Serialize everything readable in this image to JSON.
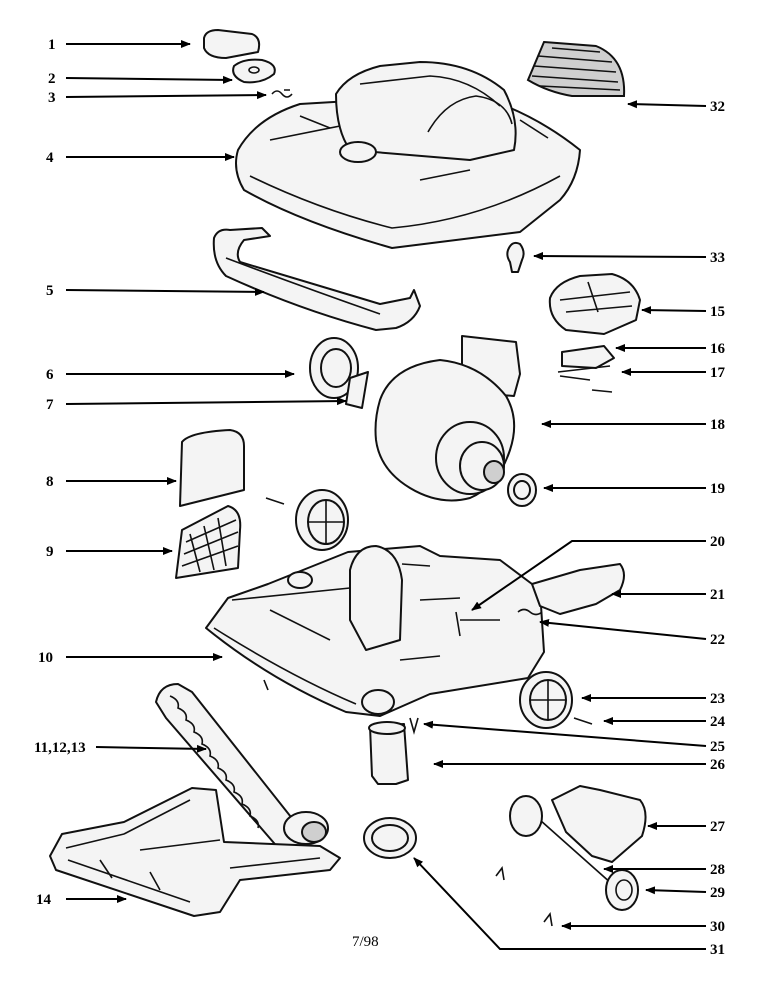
{
  "diagram": {
    "footer": "7/98",
    "callouts": [
      {
        "id": "1",
        "label": "1"
      },
      {
        "id": "2",
        "label": "2"
      },
      {
        "id": "3",
        "label": "3"
      },
      {
        "id": "4",
        "label": "4"
      },
      {
        "id": "5",
        "label": "5"
      },
      {
        "id": "6",
        "label": "6"
      },
      {
        "id": "7",
        "label": "7"
      },
      {
        "id": "8",
        "label": "8"
      },
      {
        "id": "9",
        "label": "9"
      },
      {
        "id": "10",
        "label": "10"
      },
      {
        "id": "11",
        "label": "11,12,13"
      },
      {
        "id": "14",
        "label": "14"
      },
      {
        "id": "15",
        "label": "15"
      },
      {
        "id": "16",
        "label": "16"
      },
      {
        "id": "17",
        "label": "17"
      },
      {
        "id": "18",
        "label": "18"
      },
      {
        "id": "19",
        "label": "19"
      },
      {
        "id": "20",
        "label": "20"
      },
      {
        "id": "21",
        "label": "21"
      },
      {
        "id": "22",
        "label": "22"
      },
      {
        "id": "23",
        "label": "23"
      },
      {
        "id": "24",
        "label": "24"
      },
      {
        "id": "25",
        "label": "25"
      },
      {
        "id": "26",
        "label": "26"
      },
      {
        "id": "27",
        "label": "27"
      },
      {
        "id": "28",
        "label": "28"
      },
      {
        "id": "29",
        "label": "29"
      },
      {
        "id": "30",
        "label": "30"
      },
      {
        "id": "31",
        "label": "31"
      },
      {
        "id": "32",
        "label": "32"
      },
      {
        "id": "33",
        "label": "33"
      }
    ]
  }
}
